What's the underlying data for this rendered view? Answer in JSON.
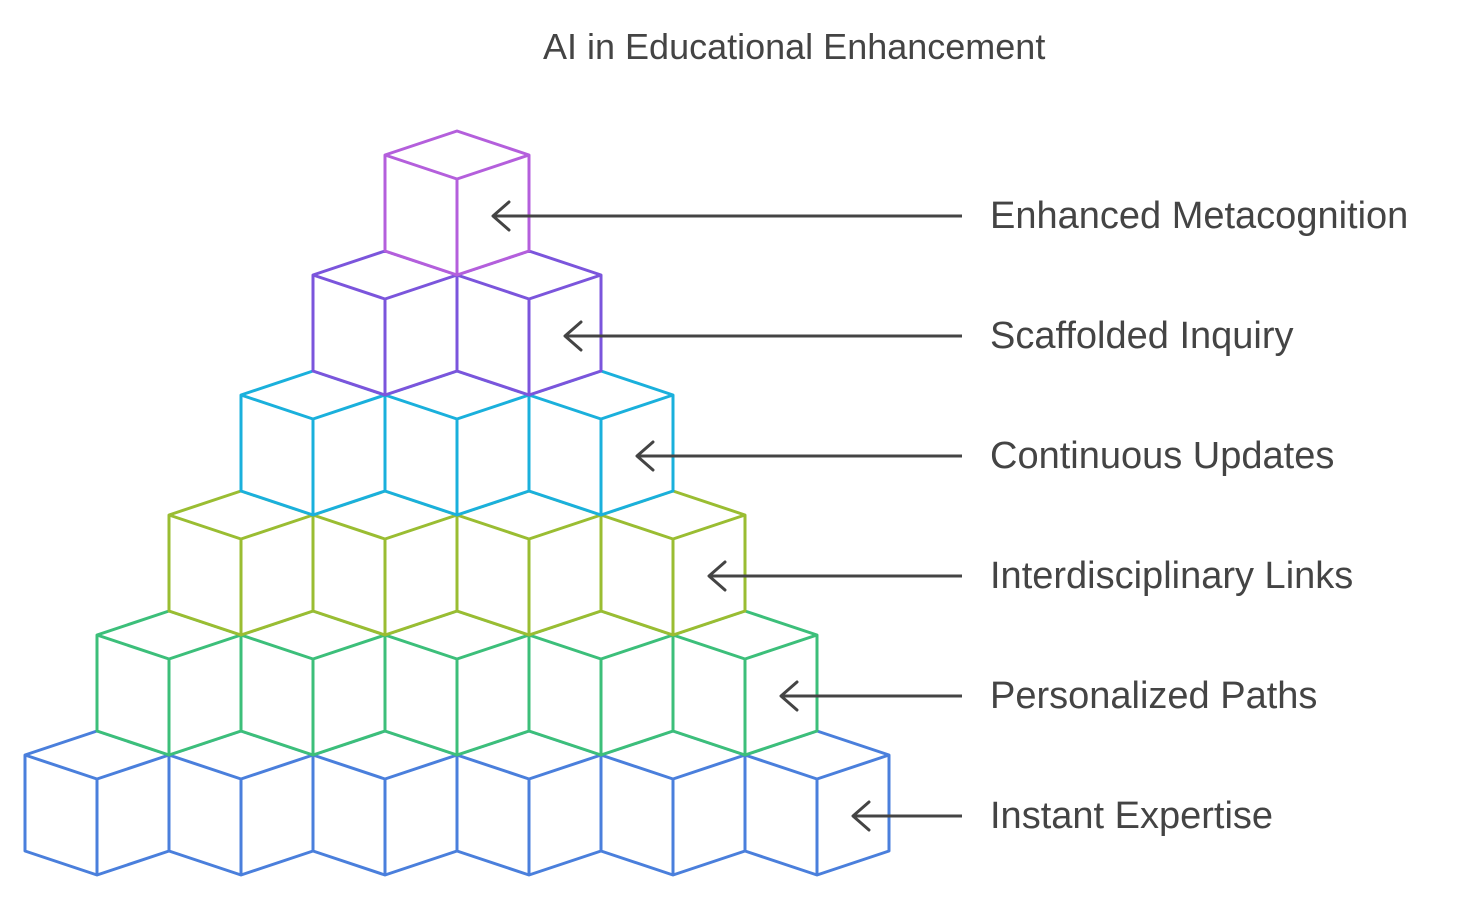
{
  "title": "AI in Educational Enhancement",
  "levels": [
    {
      "label": "Enhanced Metacognition",
      "color": "#b45fdc",
      "cubes": 1
    },
    {
      "label": "Scaffolded Inquiry",
      "color": "#7b55dc",
      "cubes": 2
    },
    {
      "label": "Continuous Updates",
      "color": "#1ab0dc",
      "cubes": 3
    },
    {
      "label": "Interdisciplinary Links",
      "color": "#9abd32",
      "cubes": 4
    },
    {
      "label": "Personalized Paths",
      "color": "#3cbf7a",
      "cubes": 5
    },
    {
      "label": "Instant Expertise",
      "color": "#4a7fdc",
      "cubes": 6
    }
  ],
  "arrow_color": "#444444"
}
